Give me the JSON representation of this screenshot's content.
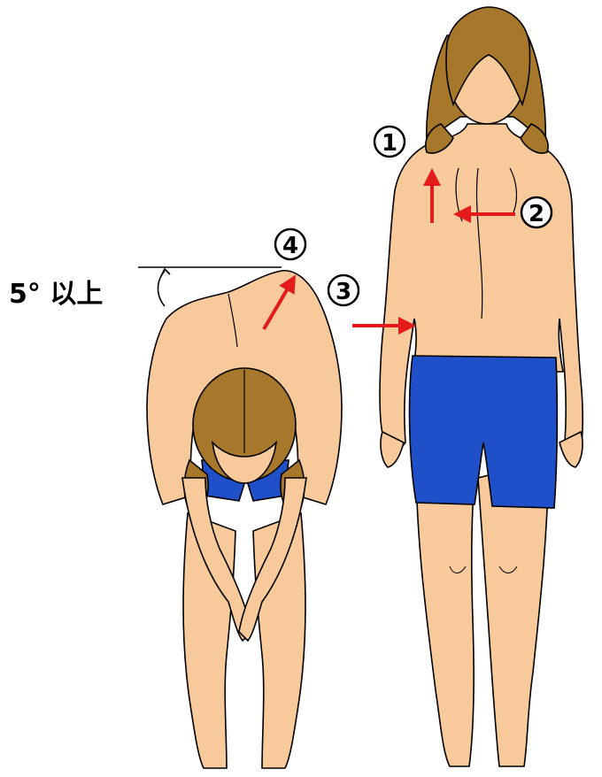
{
  "annotations": {
    "marker_1": "①",
    "marker_2": "②",
    "marker_3": "③",
    "marker_4": "④",
    "angle_label": "5° 以上"
  },
  "colors": {
    "skin": "#f8c99a",
    "hair": "#a7782b",
    "shorts": "#1f4fc9",
    "arrow": "#e41b1b",
    "outline": "#000000"
  }
}
